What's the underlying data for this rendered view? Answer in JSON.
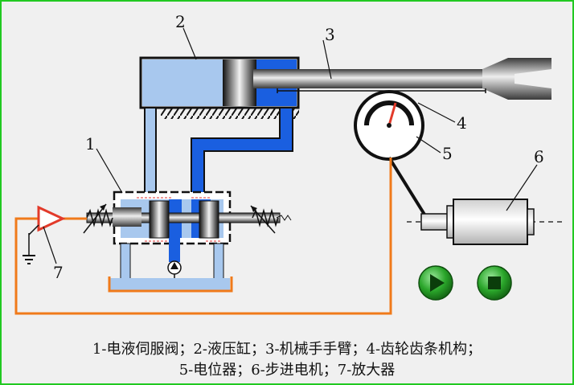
{
  "labels": {
    "servo_valve": "1",
    "cylinder": "2",
    "arm": "3",
    "rack_pinion": "4",
    "potentiometer": "5",
    "stepper_motor": "6",
    "amplifier": "7"
  },
  "caption": {
    "line1": "1-电液伺服阀；2-液压缸；3-机械手手臂；4-齿轮齿条机构；",
    "line2": "5-电位器；6-步进电机；7-放大器"
  },
  "colors": {
    "frame": "#22c922",
    "oil_light": "#a8c8ee",
    "oil_dark": "#1a5fe0",
    "signal_wire": "#f07a1a",
    "amplifier": "#e23a2a",
    "button": "#2aa52a"
  },
  "controls": {
    "play": "play-icon",
    "stop": "stop-icon"
  }
}
